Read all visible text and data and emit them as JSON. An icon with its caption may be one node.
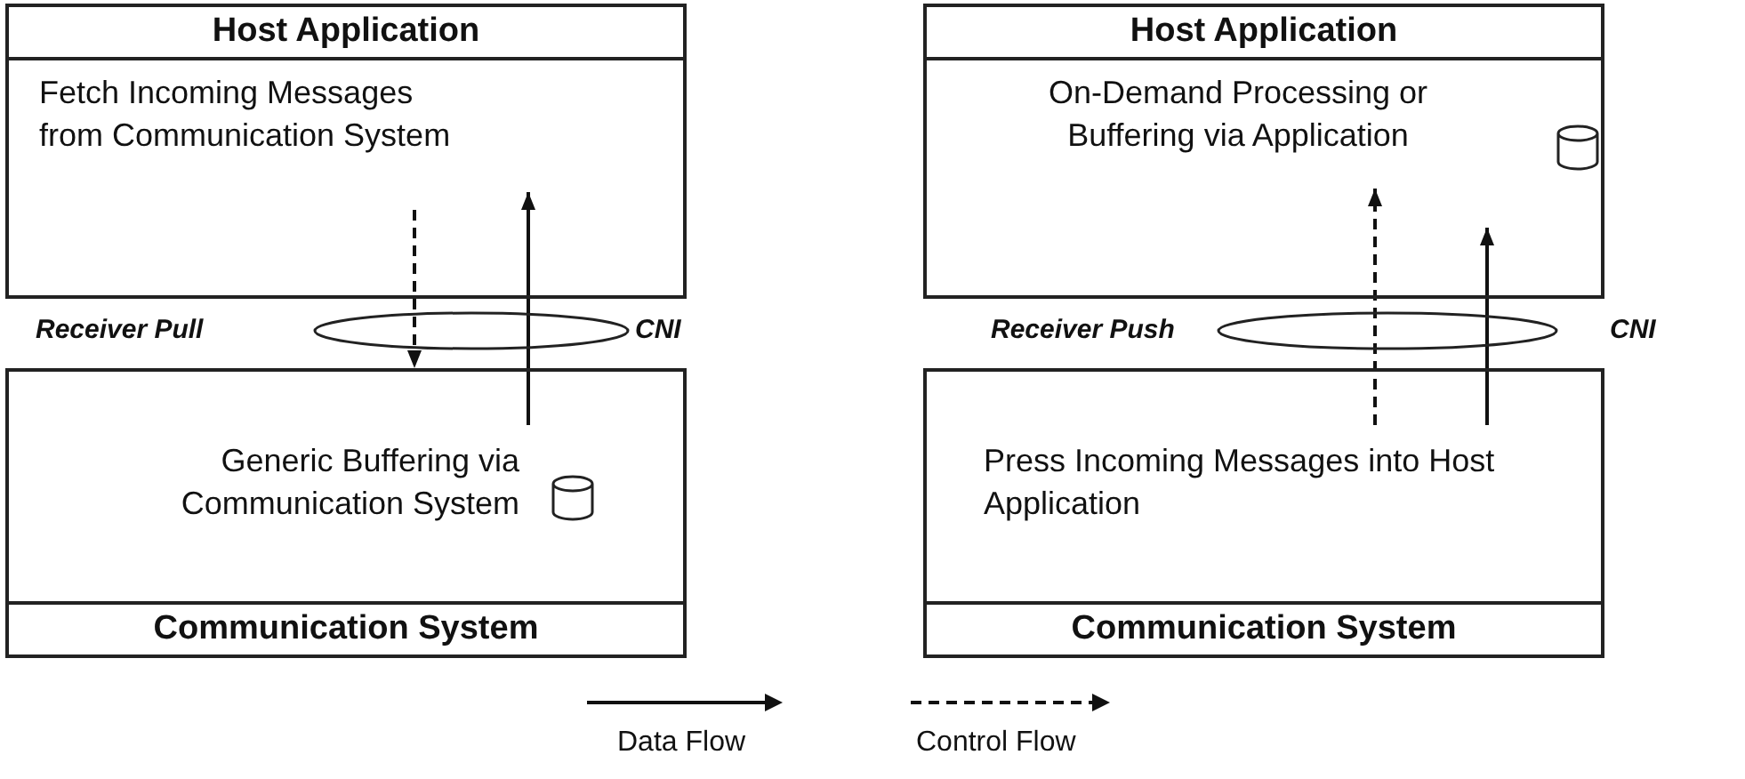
{
  "diagram": {
    "nodes": [
      {
        "text": [
          "Host Application",
          "Fetch Incoming Messages from Communication System"
        ]
      },
      {
        "text": [
          "Generic Buffering via Communication System",
          "Communication System"
        ]
      },
      {
        "text": [],
        "shape": "cylinder",
        "in": 1
      },
      {
        "text": [
          "Host Application",
          "On-Demand Processing or Buffering via Application"
        ]
      },
      {
        "text": [],
        "shape": "cylinder",
        "in": 3
      },
      {
        "text": [
          "Press Incoming Messages into Host Application",
          "Communication System"
        ]
      }
    ],
    "edges": [
      {
        "from": 0,
        "to": 1,
        "arrow": "to",
        "style": "dashed"
      },
      {
        "from": 1,
        "to": 0,
        "arrow": "to"
      },
      {
        "from": 5,
        "to": 3,
        "arrow": "to",
        "style": "dashed"
      },
      {
        "from": 5,
        "to": 3,
        "arrow": "to"
      }
    ],
    "labels": [
      "Receiver Pull",
      "CNI",
      "Receiver Push",
      "CNI"
    ],
    "legend": [
      {
        "text": "Data Flow"
      },
      {
        "text": "Control Flow"
      }
    ]
  }
}
